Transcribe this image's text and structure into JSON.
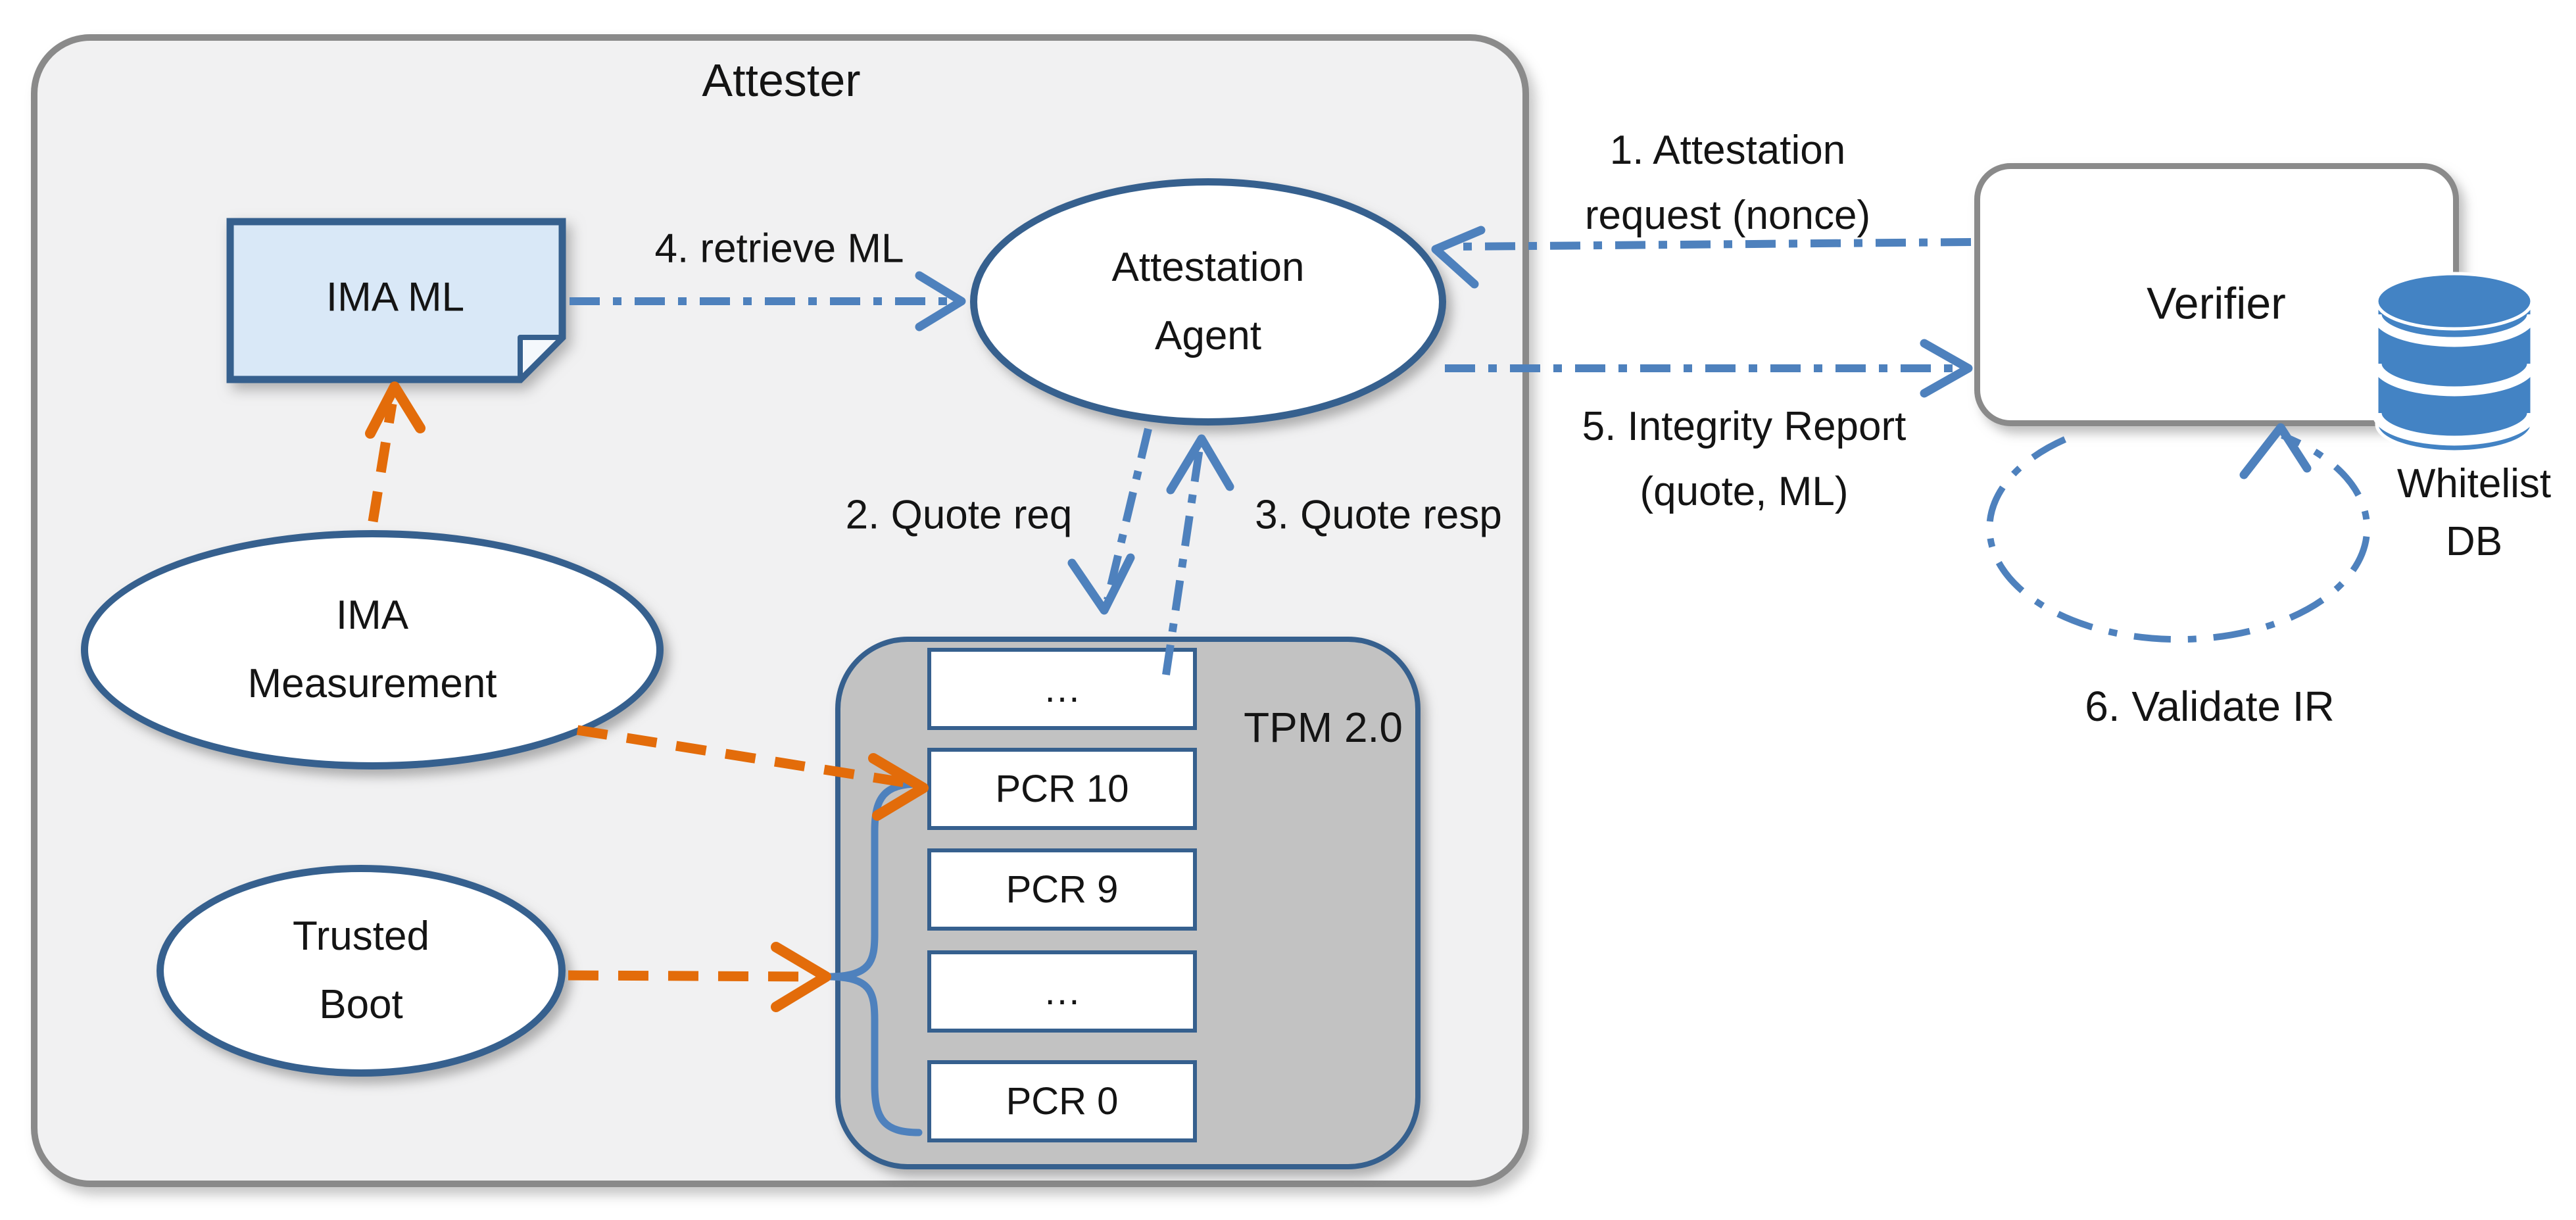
{
  "colors": {
    "bg": "#FFFFFF",
    "text": "#141414",
    "attester_fill": "#F1F1F2",
    "attester_border": "#8A8A8A",
    "tpm_fill": "#C2C2C2",
    "blue_dark": "#36608E",
    "blue_mid": "#4E81BD",
    "orange": "#E36C0A",
    "note_fill": "#D9E8F7",
    "db_blue": "#4383C4",
    "box_fill": "#FFFFFF",
    "verifier_border": "#8A8A8A"
  },
  "attester": {
    "title": "Attester"
  },
  "nodes": {
    "ima_ml": {
      "label": "IMA ML"
    },
    "attestation_agent": {
      "line1": "Attestation",
      "line2": "Agent"
    },
    "ima_measurement": {
      "line1": "IMA",
      "line2": "Measurement"
    },
    "trusted_boot": {
      "line1": "Trusted",
      "line2": "Boot"
    },
    "verifier": {
      "label": "Verifier"
    },
    "whitelist_db": {
      "line1": "Whitelist",
      "line2": "DB"
    },
    "tpm": {
      "label": "TPM 2.0",
      "registers": [
        "…",
        "PCR 10",
        "PCR 9",
        "…",
        "PCR 0"
      ]
    }
  },
  "flows": {
    "attestation_request": {
      "line1": "1. Attestation",
      "line2": "request (nonce)"
    },
    "quote_req": "2. Quote req",
    "quote_resp": "3. Quote resp",
    "retrieve_ml": "4. retrieve ML",
    "integrity_report": {
      "line1": "5. Integrity Report",
      "line2": "(quote, ML)"
    },
    "validate_ir": "6. Validate IR"
  }
}
